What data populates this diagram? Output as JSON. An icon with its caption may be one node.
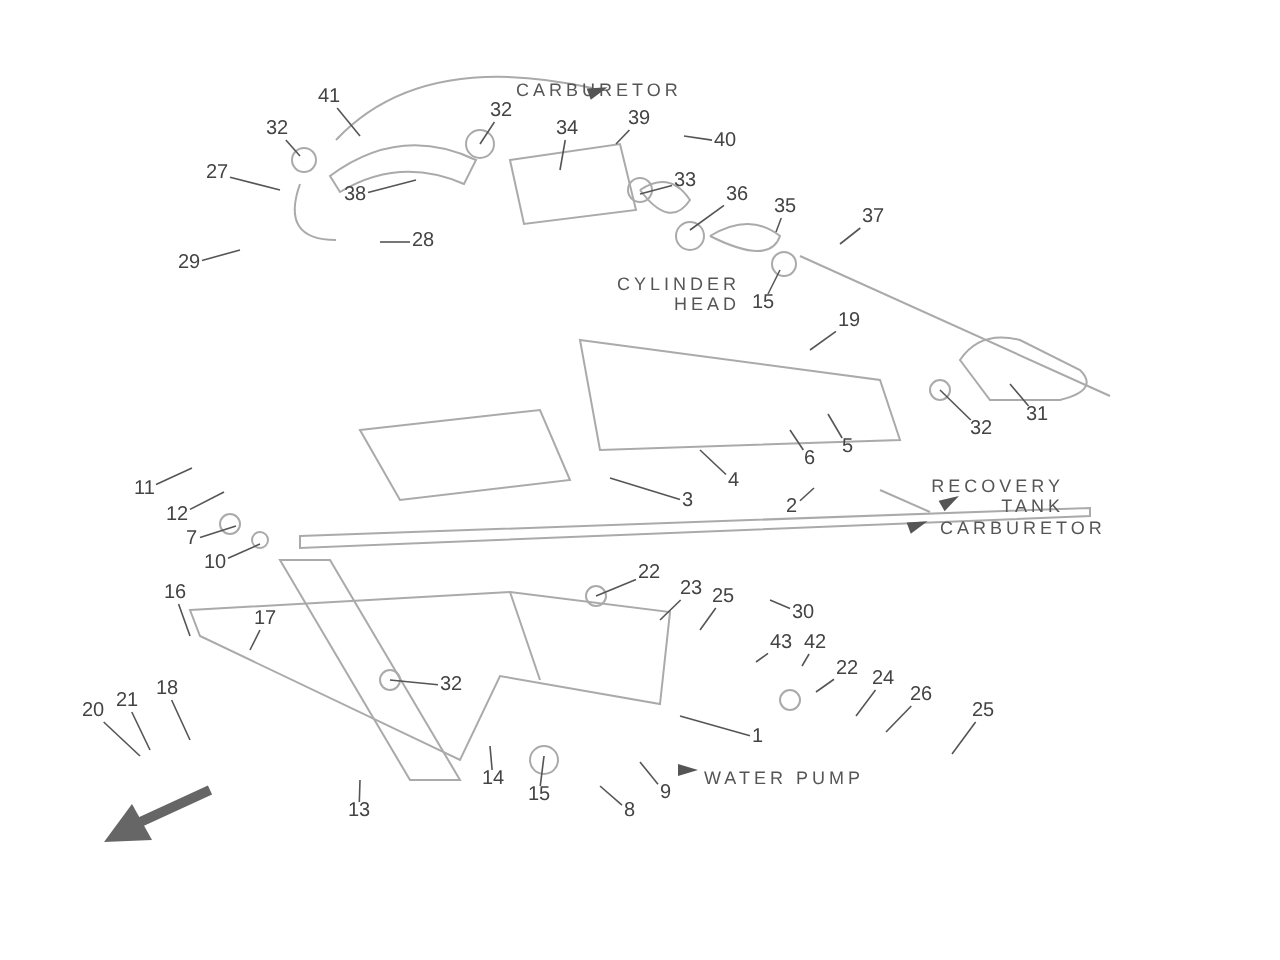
{
  "diagram": {
    "nodes": [
      {
        "text": [
          "41"
        ]
      },
      {
        "text": [
          "32"
        ]
      },
      {
        "text": [
          "32"
        ]
      },
      {
        "text": [
          "34"
        ]
      },
      {
        "text": [
          "39"
        ]
      },
      {
        "text": [
          "40"
        ]
      },
      {
        "text": [
          "27"
        ]
      },
      {
        "text": [
          "33"
        ]
      },
      {
        "text": [
          "38"
        ]
      },
      {
        "text": [
          "28"
        ]
      },
      {
        "text": [
          "36"
        ]
      },
      {
        "text": [
          "35"
        ]
      },
      {
        "text": [
          "37"
        ]
      },
      {
        "text": [
          "29"
        ]
      },
      {
        "text": [
          "15"
        ]
      },
      {
        "text": [
          "19"
        ]
      },
      {
        "text": [
          "31"
        ]
      },
      {
        "text": [
          "32"
        ]
      },
      {
        "text": [
          "6"
        ]
      },
      {
        "text": [
          "5"
        ]
      },
      {
        "text": [
          "4"
        ]
      },
      {
        "text": [
          "3"
        ]
      },
      {
        "text": [
          "2"
        ]
      },
      {
        "text": [
          "11"
        ]
      },
      {
        "text": [
          "12"
        ]
      },
      {
        "text": [
          "7"
        ]
      },
      {
        "text": [
          "10"
        ]
      },
      {
        "text": [
          "22"
        ]
      },
      {
        "text": [
          "23"
        ]
      },
      {
        "text": [
          "16"
        ]
      },
      {
        "text": [
          "25"
        ]
      },
      {
        "text": [
          "30"
        ]
      },
      {
        "text": [
          "17"
        ]
      },
      {
        "text": [
          "43"
        ]
      },
      {
        "text": [
          "42"
        ]
      },
      {
        "text": [
          "22"
        ]
      },
      {
        "text": [
          "24"
        ]
      },
      {
        "text": [
          "26"
        ]
      },
      {
        "text": [
          "25"
        ]
      },
      {
        "text": [
          "32"
        ]
      },
      {
        "text": [
          "18"
        ]
      },
      {
        "text": [
          "21"
        ]
      },
      {
        "text": [
          "20"
        ]
      },
      {
        "text": [
          "1"
        ]
      },
      {
        "text": [
          "14"
        ]
      },
      {
        "text": [
          "15"
        ]
      },
      {
        "text": [
          "9"
        ]
      },
      {
        "text": [
          "8"
        ]
      },
      {
        "text": [
          "13"
        ]
      }
    ],
    "edges": [
      {
        "from": 0,
        "to": null,
        "arrow": "none"
      },
      {
        "from": 1,
        "to": null,
        "arrow": "none"
      },
      {
        "from": 2,
        "to": null,
        "arrow": "none"
      },
      {
        "from": 3,
        "to": null,
        "arrow": "none"
      },
      {
        "from": 4,
        "to": null,
        "arrow": "none"
      },
      {
        "from": 5,
        "to": null,
        "arrow": "none"
      },
      {
        "from": 6,
        "to": null,
        "arrow": "none"
      },
      {
        "from": 7,
        "to": null,
        "arrow": "none"
      },
      {
        "from": 8,
        "to": null,
        "arrow": "none"
      },
      {
        "from": 9,
        "to": null,
        "arrow": "none"
      },
      {
        "from": 10,
        "to": null,
        "arrow": "none"
      },
      {
        "from": 11,
        "to": null,
        "arrow": "none"
      },
      {
        "from": 12,
        "to": null,
        "arrow": "none"
      },
      {
        "from": 13,
        "to": null,
        "arrow": "none"
      },
      {
        "from": 14,
        "to": null,
        "arrow": "none"
      },
      {
        "from": 15,
        "to": null,
        "arrow": "none"
      },
      {
        "from": 16,
        "to": null,
        "arrow": "none"
      },
      {
        "from": 17,
        "to": null,
        "arrow": "none"
      },
      {
        "from": 18,
        "to": null,
        "arrow": "none"
      },
      {
        "from": 19,
        "to": null,
        "arrow": "none"
      },
      {
        "from": 20,
        "to": null,
        "arrow": "none"
      },
      {
        "from": 21,
        "to": null,
        "arrow": "none"
      },
      {
        "from": 22,
        "to": null,
        "arrow": "none"
      },
      {
        "from": 23,
        "to": null,
        "arrow": "none"
      },
      {
        "from": 24,
        "to": null,
        "arrow": "none"
      },
      {
        "from": 25,
        "to": null,
        "arrow": "none"
      },
      {
        "from": 26,
        "to": null,
        "arrow": "none"
      },
      {
        "from": 27,
        "to": null,
        "arrow": "none"
      },
      {
        "from": 28,
        "to": null,
        "arrow": "none"
      },
      {
        "from": 29,
        "to": null,
        "arrow": "none"
      },
      {
        "from": 30,
        "to": null,
        "arrow": "none"
      },
      {
        "from": 31,
        "to": null,
        "arrow": "none"
      },
      {
        "from": 32,
        "to": null,
        "arrow": "none"
      },
      {
        "from": 33,
        "to": null,
        "arrow": "none"
      },
      {
        "from": 34,
        "to": null,
        "arrow": "none"
      },
      {
        "from": 35,
        "to": null,
        "arrow": "none"
      },
      {
        "from": 36,
        "to": null,
        "arrow": "none"
      },
      {
        "from": 37,
        "to": null,
        "arrow": "none"
      },
      {
        "from": 38,
        "to": null,
        "arrow": "none"
      },
      {
        "from": 39,
        "to": null,
        "arrow": "none"
      },
      {
        "from": 40,
        "to": null,
        "arrow": "none"
      },
      {
        "from": 41,
        "to": null,
        "arrow": "none"
      },
      {
        "from": 42,
        "to": null,
        "arrow": "none"
      },
      {
        "from": 43,
        "to": null,
        "arrow": "none"
      },
      {
        "from": 44,
        "to": null,
        "arrow": "none"
      },
      {
        "from": 45,
        "to": null,
        "arrow": "none"
      },
      {
        "from": 46,
        "to": null,
        "arrow": "none"
      },
      {
        "from": 47,
        "to": null,
        "arrow": "none"
      },
      {
        "from": 48,
        "to": null,
        "arrow": "none"
      }
    ],
    "labels": [
      "CARBURETOR",
      "CYLINDER HEAD",
      "RECOVERY TANK",
      "CARBURETOR",
      "WATER PUMP"
    ]
  }
}
